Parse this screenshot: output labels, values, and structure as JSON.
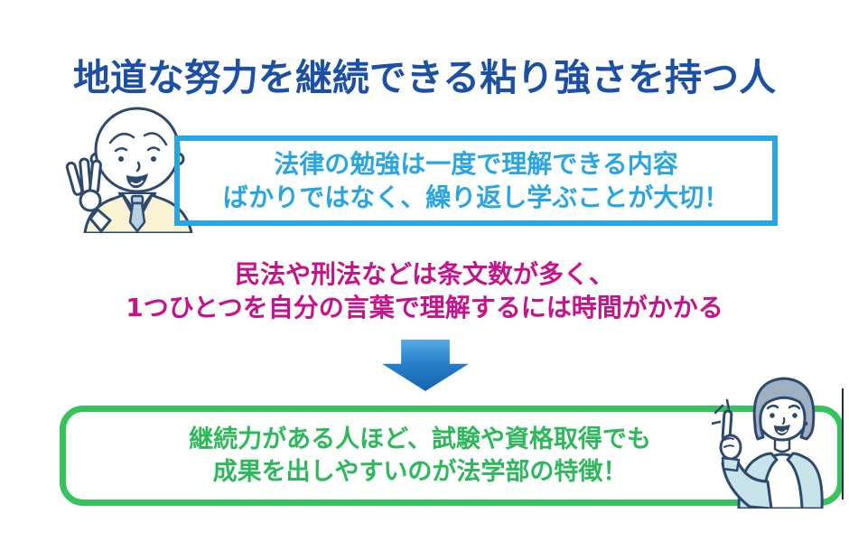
{
  "title": {
    "text": "地道な努力を継続できる粘り強さを持つ人",
    "color": "#1b50a4"
  },
  "reason_box": {
    "border_color": "#29a5e2",
    "text_color": "#29a5e2",
    "lines": [
      "法律の勉強は一度で理解できる内容",
      "ばかりではなく、繰り返し学ぶことが大切！"
    ]
  },
  "problem": {
    "text_color": "#c4148c",
    "lines": [
      "民法や刑法などは条文数が多く、",
      "1つひとつを自分の言葉で理解するには時間がかかる"
    ]
  },
  "arrow": {
    "direction": "down",
    "gradient_top": "#55abe6",
    "gradient_bottom": "#1564b0"
  },
  "conclusion_box": {
    "border_color": "#36c35d",
    "text_color": "#2eb85c",
    "lines": [
      "継続力がある人ほど、試験や資格取得でも",
      "成果を出しやすいのが法学部の特徴！"
    ]
  },
  "illustrations": {
    "man": "man-making-ok-sign",
    "woman": "woman-pointing-up"
  }
}
